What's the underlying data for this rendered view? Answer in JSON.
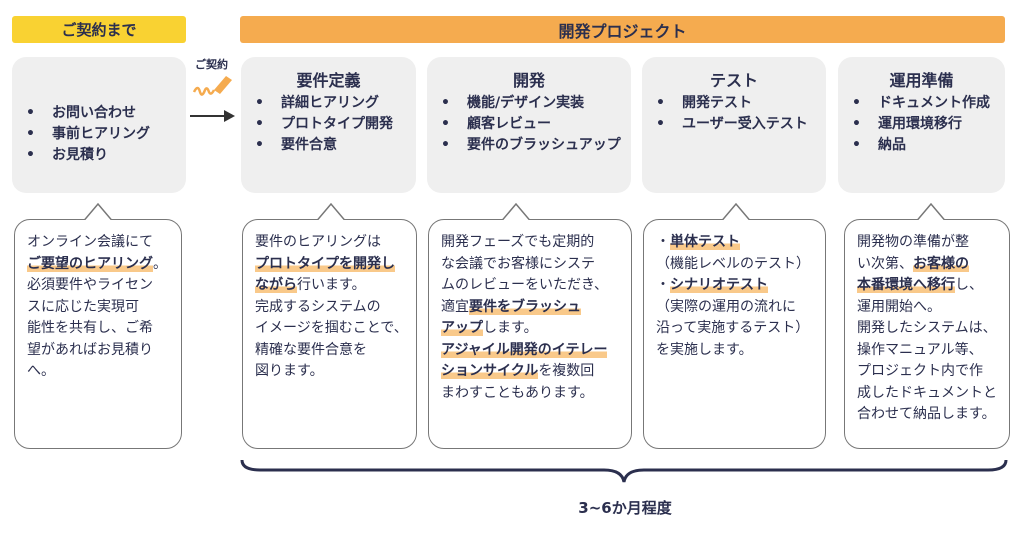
{
  "header_pre": "ご契約まで",
  "header_project": "開発プロジェクト",
  "contract_label": "ご契約",
  "duration": "3~6か月程度",
  "colors": {
    "pre": "#f9d232",
    "project": "#f5ab4f",
    "highlight": "#f9c98a",
    "text": "#2b2f4e"
  },
  "phases": [
    {
      "title": "",
      "items": [
        "お問い合わせ",
        "事前ヒアリング",
        "お見積り"
      ]
    },
    {
      "title": "要件定義",
      "items": [
        "詳細ヒアリング",
        "プロトタイプ開発",
        "要件合意"
      ]
    },
    {
      "title": "開発",
      "items": [
        "機能/デザイン実装",
        "顧客レビュー",
        "要件のブラッシュアップ"
      ]
    },
    {
      "title": "テスト",
      "items": [
        "開発テスト",
        "ユーザー受入テスト"
      ]
    },
    {
      "title": "運用準備",
      "items": [
        "ドキュメント作成",
        "運用環境移行",
        "納品"
      ]
    }
  ],
  "bubbles": [
    [
      [
        [
          "オンライン会議にて",
          0
        ]
      ],
      [
        [
          "ご要望のヒアリング",
          1
        ],
        [
          "。",
          0
        ]
      ],
      [
        [
          "必須要件やライセン",
          0
        ]
      ],
      [
        [
          "スに応じた実現可",
          0
        ]
      ],
      [
        [
          "能性を共有し、ご希",
          0
        ]
      ],
      [
        [
          "望があればお見積り",
          0
        ]
      ],
      [
        [
          "へ。",
          0
        ]
      ]
    ],
    [
      [
        [
          "要件のヒアリングは",
          0
        ]
      ],
      [
        [
          "プロトタイプを開発し",
          1
        ]
      ],
      [
        [
          "ながら",
          1
        ],
        [
          "行います。",
          0
        ]
      ],
      [
        [
          "完成するシステムの",
          0
        ]
      ],
      [
        [
          "イメージを掴むことで、",
          0
        ]
      ],
      [
        [
          "精確な要件合意を",
          0
        ]
      ],
      [
        [
          "図ります。",
          0
        ]
      ]
    ],
    [
      [
        [
          "開発フェーズでも定期的",
          0
        ]
      ],
      [
        [
          "な会議でお客様にシステ",
          0
        ]
      ],
      [
        [
          "ムのレビューをいただき、",
          0
        ]
      ],
      [
        [
          "適宜",
          0
        ],
        [
          "要件をブラッシュ",
          1
        ]
      ],
      [
        [
          "アップ",
          1
        ],
        [
          "します。",
          0
        ]
      ],
      [
        [
          "アジャイル開発のイテレー",
          1
        ]
      ],
      [
        [
          "ションサイクル",
          1
        ],
        [
          "を複数回",
          0
        ]
      ],
      [
        [
          "まわすこともあります。",
          0
        ]
      ]
    ],
    [
      [
        [
          "・",
          0
        ],
        [
          "単体テスト",
          1
        ]
      ],
      [
        [
          "（機能レベルのテスト）",
          0
        ]
      ],
      [
        [
          "・",
          0
        ],
        [
          "シナリオテスト",
          1
        ]
      ],
      [
        [
          "（実際の運用の流れに",
          0
        ]
      ],
      [
        [
          "沿って実施するテスト）",
          0
        ]
      ],
      [
        [
          "を実施します。",
          0
        ]
      ]
    ],
    [
      [
        [
          "開発物の準備が整",
          0
        ]
      ],
      [
        [
          "い次第、",
          0
        ],
        [
          "お客様の",
          1
        ]
      ],
      [
        [
          "本番環境へ移行",
          1
        ],
        [
          "し、",
          0
        ]
      ],
      [
        [
          "運用開始へ。",
          0
        ]
      ],
      [
        [
          "開発したシステムは、",
          0
        ]
      ],
      [
        [
          "操作マニュアル等、",
          0
        ]
      ],
      [
        [
          "プロジェクト内で作",
          0
        ]
      ],
      [
        [
          "成したドキュメントと",
          0
        ]
      ],
      [
        [
          "合わせて納品します。",
          0
        ]
      ]
    ]
  ]
}
